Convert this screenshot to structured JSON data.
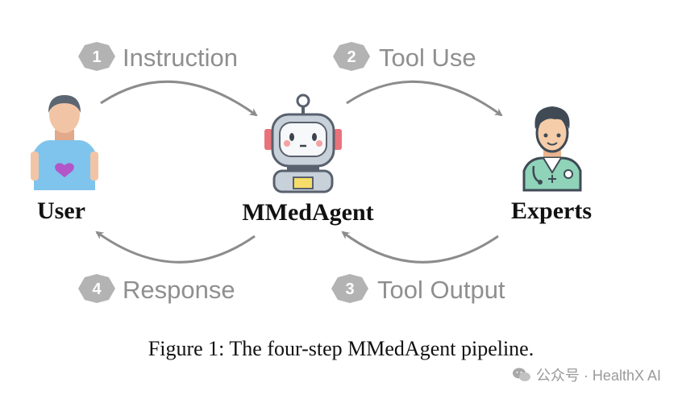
{
  "steps": [
    {
      "number": "1",
      "label": "Instruction"
    },
    {
      "number": "2",
      "label": "Tool Use"
    },
    {
      "number": "3",
      "label": "Tool Output"
    },
    {
      "number": "4",
      "label": "Response"
    }
  ],
  "nodes": {
    "user": "User",
    "agent": "MMedAgent",
    "experts": "Experts"
  },
  "caption": "Figure 1: The four-step MMedAgent pipeline.",
  "watermark": "公众号 · HealthX AI",
  "colors": {
    "arrow": "#8c8c8c",
    "badge": "#b3b3b3",
    "label": "#8f8f8f"
  }
}
